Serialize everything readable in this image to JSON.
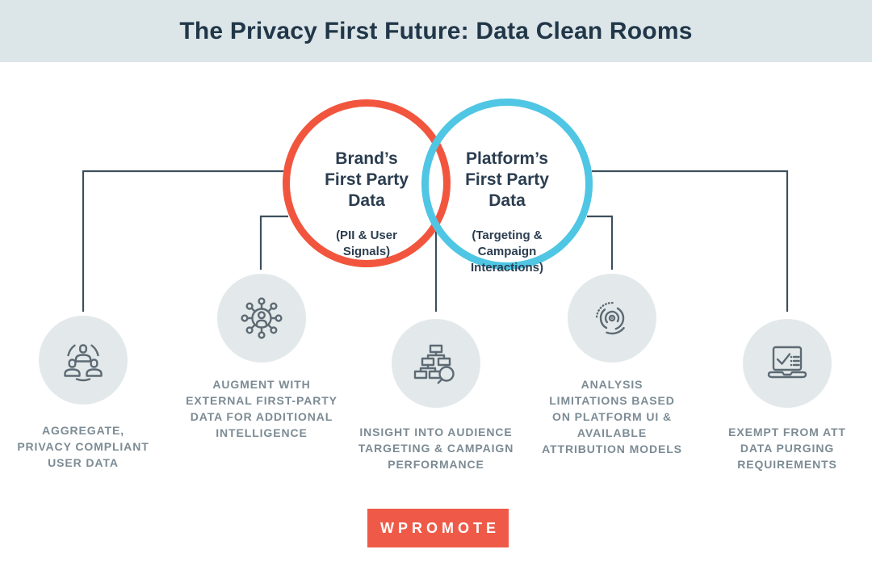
{
  "title": "The Privacy First Future: Data Clean Rooms",
  "venn": {
    "left": {
      "title": "Brand’s\nFirst Party\nData",
      "subtitle": "(PII & User\nSignals)",
      "color": "#F2553E"
    },
    "right": {
      "title": "Platform’s\nFirst Party\nData",
      "subtitle": "(Targeting &\nCampaign\nInteractions)",
      "color": "#4FC6E3"
    }
  },
  "nodes": [
    {
      "icon": "users-group-icon",
      "label": "AGGREGATE,\nPRIVACY COMPLIANT\nUSER DATA"
    },
    {
      "icon": "network-hub-icon",
      "label": "AUGMENT WITH\nEXTERNAL FIRST-PARTY\nDATA FOR ADDITIONAL\nINTELLIGENCE"
    },
    {
      "icon": "org-chart-search-icon",
      "label": "INSIGHT INTO AUDIENCE\nTARGETING & CAMPAIGN\nPERFORMANCE"
    },
    {
      "icon": "analysis-arcs-icon",
      "label": "ANALYSIS\nLIMITATIONS BASED\nON PLATFORM UI &\nAVAILABLE\nATTRIBUTION MODELS"
    },
    {
      "icon": "laptop-checklist-icon",
      "label": "EXEMPT FROM ATT\nDATA PURGING\nREQUIREMENTS"
    }
  ],
  "logo": {
    "text": "WPROMOTE"
  },
  "colors": {
    "header_bg": "#DCE5E7",
    "title_text": "#213749",
    "brand_red": "#F2553E",
    "platform_blue": "#4FC6E3",
    "connector_line": "#3d4f5c",
    "icon_circle_bg": "#E3E9EA",
    "icon_stroke": "#5D6A74",
    "label_text": "#7C8B94",
    "logo_bg": "#EF5A48"
  }
}
